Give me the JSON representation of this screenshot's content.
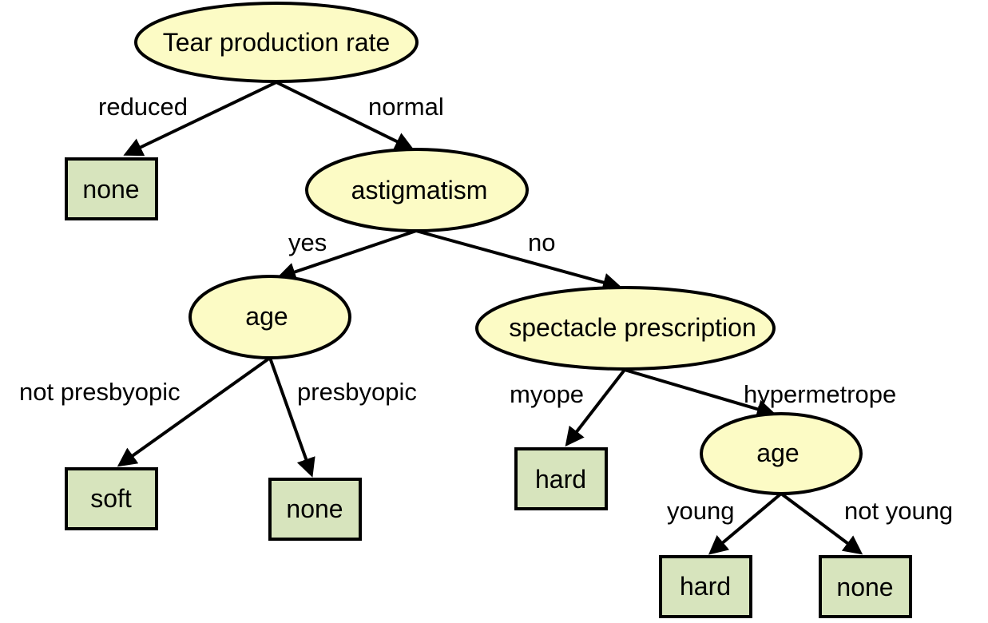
{
  "decision_tree": {
    "nodes": {
      "root": {
        "label": "Tear production rate"
      },
      "leaf_none_1": {
        "label": "none"
      },
      "astigmatism": {
        "label": "astigmatism"
      },
      "age_1": {
        "label": "age"
      },
      "spectacle": {
        "label": "spectacle prescription"
      },
      "leaf_soft": {
        "label": "soft"
      },
      "leaf_none_2": {
        "label": "none"
      },
      "leaf_hard_1": {
        "label": "hard"
      },
      "age_2": {
        "label": "age"
      },
      "leaf_hard_2": {
        "label": "hard"
      },
      "leaf_none_3": {
        "label": "none"
      }
    },
    "edges": {
      "reduced": {
        "label": "reduced"
      },
      "normal": {
        "label": "normal"
      },
      "yes": {
        "label": "yes"
      },
      "no": {
        "label": "no"
      },
      "not_presbyopic": {
        "label": "not presbyopic"
      },
      "presbyopic": {
        "label": "presbyopic"
      },
      "myope": {
        "label": "myope"
      },
      "hypermetrope": {
        "label": "hypermetrope"
      },
      "young": {
        "label": "young"
      },
      "not_young": {
        "label": "not young"
      }
    }
  }
}
